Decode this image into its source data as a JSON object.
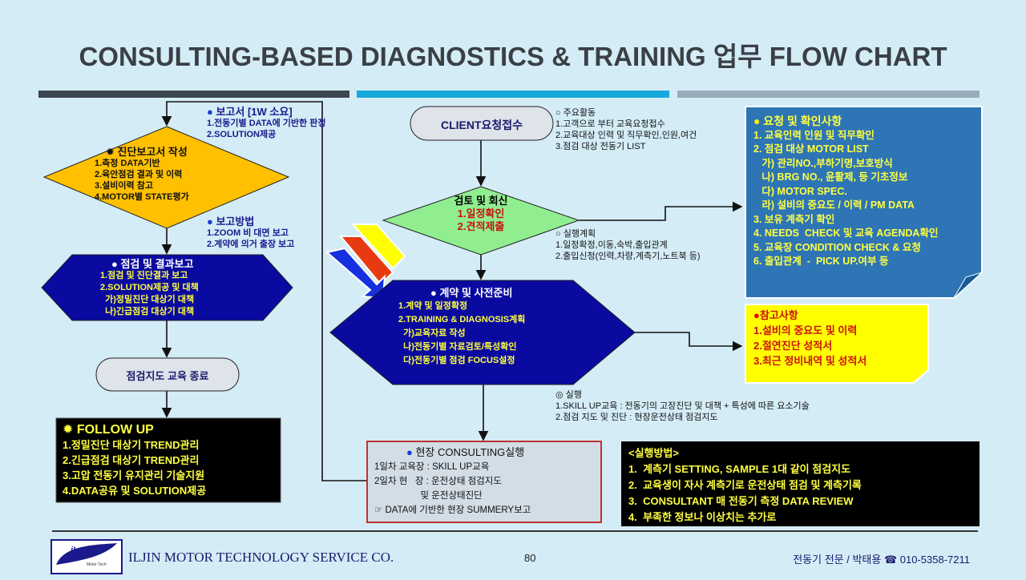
{
  "title": "CONSULTING-BASED DIAGNOSTICS  & TRAINING 업무 FLOW CHART",
  "colors": {
    "background": "#d4ecf6",
    "yellow_diamond": "#ffc000",
    "navy_shape": "#0a0aa0",
    "green_diamond": "#90ee90",
    "note_blue": "#2e75b6",
    "note_yellow": "#ffff00"
  },
  "left": {
    "report_note": {
      "head": "보고서 [1W 소요]",
      "items": [
        "1.전동기별 DATA에 기반한 판정",
        "2.SOLUTION제공"
      ]
    },
    "diag_report": {
      "head": "진단보고서 작성",
      "items": [
        "1.측정 DATA기반",
        "2.육안점검 결과 및 이력",
        "3.설비이력 참고",
        "4.MOTOR별 STATE평가"
      ]
    },
    "report_method": {
      "head": "보고방법",
      "items": [
        "1.ZOOM 비 대면 보고",
        "2.계약에 의거 출장 보고"
      ]
    },
    "inspect_report": {
      "head": "점검 및 결과보고",
      "items": [
        "1.점검 및 진단결과 보고",
        "2.SOLUTION제공 및 대책",
        "  가)정밀진단 대상기 대책",
        "  나)긴급점검 대상기 대책"
      ]
    },
    "end": "점검지도 교육 종료",
    "follow_up": {
      "head": "FOLLOW UP",
      "items": [
        "1.정밀진단 대상기 TREND관리",
        "2.긴급점검 대상기 TREND관리",
        "3.고압 전동기 유지관리 기술지원",
        "4.DATA공유 및 SOLUTION제공"
      ]
    }
  },
  "center": {
    "client": "CLIENT요청접수",
    "main_activity": {
      "head": "○ 주요활동",
      "items": [
        "1.고객으로 부터 교육요청접수",
        "2.교육대상 인력 및 직무확인,인원,여건",
        "3.점검 대상 전동기 LIST"
      ]
    },
    "review": {
      "head": "검토 및 회신",
      "items": [
        "1.일정확인",
        "2.견적제출"
      ]
    },
    "exec_plan": {
      "head": "○ 실행계획",
      "items": [
        "1.일정확정,이동,숙박,출입관계",
        "2.출입신청(인력,차량,계측기,노트북 등)"
      ]
    },
    "contract": {
      "head": "계약 및 사전준비",
      "items": [
        "1.계약 및 일정확정",
        "2.TRAINING & DIAGNOSIS계획",
        "  가)교육자료 작성",
        "  나)전동기별 자료검토/특성확인",
        "  다)전동기별 점검 FOCUS설정"
      ]
    },
    "execution": {
      "head": "◎ 실행",
      "items": [
        "1.SKILL UP교육 : 전동기의 고장진단 및 대책 + 특성에 따른 요소기술",
        "2.점검 지도 및 진단 : 현장운전상태 점검지도"
      ]
    },
    "consulting": {
      "head": "현장 CONSULTING실행",
      "items": [
        "1일차 교육장 : SKILL UP교육",
        "2일차 현   장 : 운전상태 점검지도",
        "                  및 운전상태진단",
        "☞ DATA에 기반한 현장 SUMMERY보고"
      ]
    },
    "method": {
      "head": "<실행방법>",
      "items": [
        "1.  계측기 SETTING, SAMPLE 1대 같이 점검지도",
        "2.  교육생이 자사 계측기로 운전상태 점검 및 계측기록",
        "3.  CONSULTANT 매 전동기 측정 DATA REVIEW",
        "4.  부족한 정보나 이상치는 추가로"
      ]
    }
  },
  "right": {
    "request": {
      "head": "요청 및 확인사항",
      "items": [
        "1. 교육인력 인원 및 직무확인",
        "2. 점검 대상 MOTOR LIST",
        "   가) 관리NO.,부하기명,보호방식",
        "   나) BRG NO., 윤활제, 등 기초정보",
        "   다) MOTOR SPEC.",
        "   라) 설비의 중요도 / 이력 / PM DATA",
        "3. 보유 계측기 확인",
        "4. NEEDS  CHECK 및 교육 AGENDA확인",
        "5. 교육장 CONDITION CHECK & 요청",
        "6. 출입관계  -  PICK UP.여부 등"
      ]
    },
    "reference": {
      "head": "참고사항",
      "items": [
        "1.설비의 중요도 및 이력",
        "2.절연진단 성적서",
        "3.최근 정비내역 및 성적서"
      ]
    }
  },
  "footer": {
    "logo_text": "iL JIN",
    "logo_sub": "Motor Tech",
    "company": "ILJIN MOTOR TECHNOLOGY SERVICE CO.",
    "page": "80",
    "contact": "전동기 전문 / 박태용 ☎ 010-5358-7211"
  }
}
